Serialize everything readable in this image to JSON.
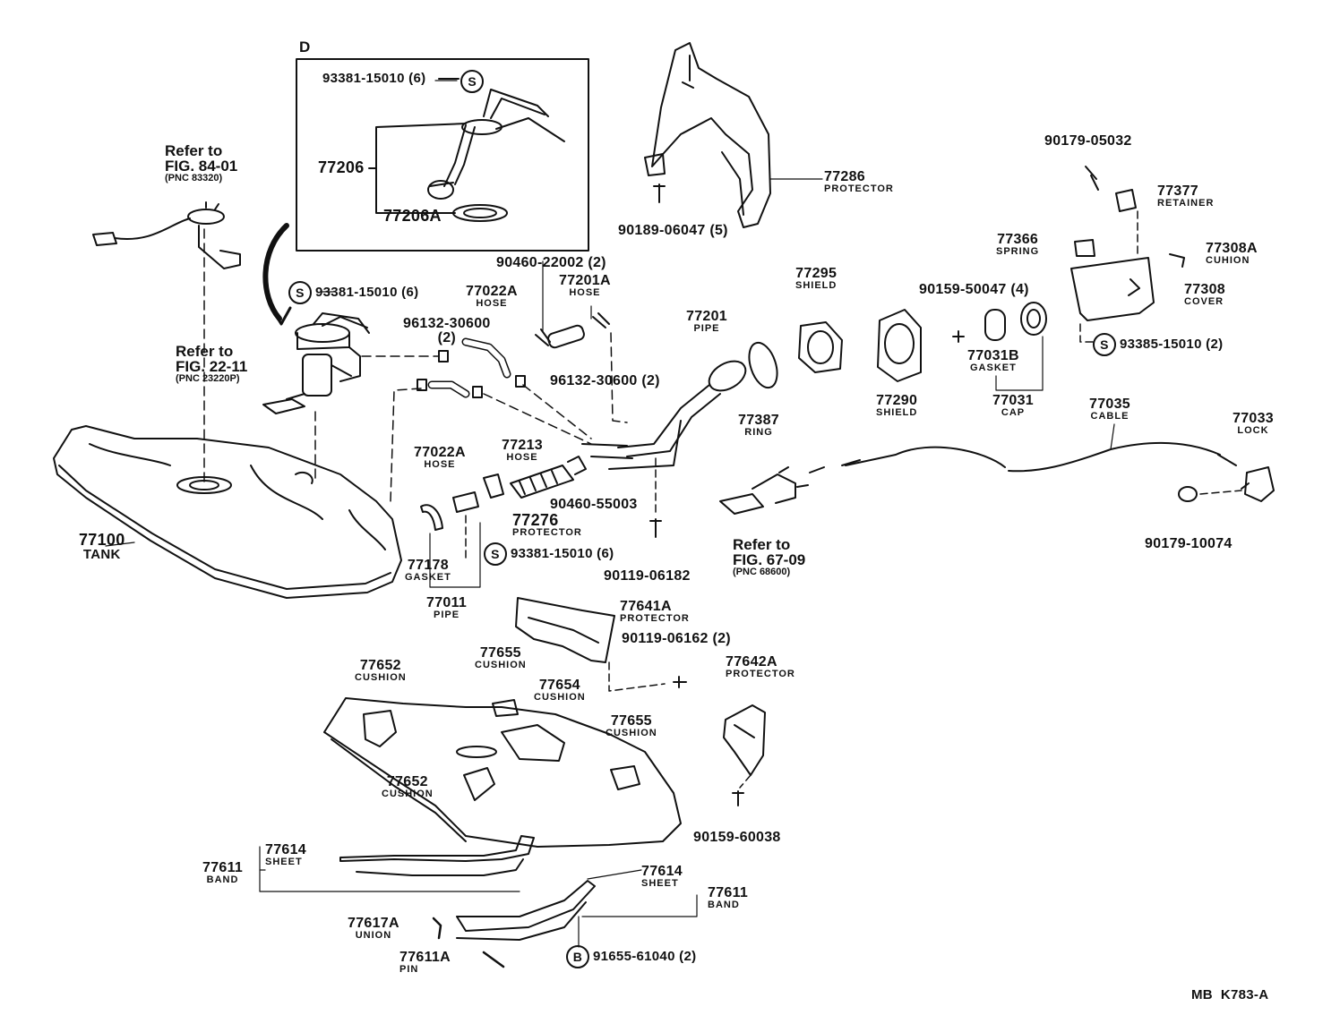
{
  "inset": {
    "label": "D"
  },
  "labels": {
    "p93381_top": "93381-15010 (6)",
    "p77206": "77206",
    "p77206A": "77206A",
    "ref8401": {
      "line1": "Refer to",
      "line2": "FIG. 84-01",
      "pnc": "(PNC 83320)"
    },
    "p93381_mid": "93381-15010 (6)",
    "ref2211": {
      "line1": "Refer to",
      "line2": "FIG. 22-11",
      "pnc": "(PNC 23220P)"
    },
    "p77022A_a": {
      "num": "77022A",
      "name": "HOSE"
    },
    "p96132_a": {
      "num": "96132-30600",
      "qty": "(2)"
    },
    "p90460_22002": "90460-22002 (2)",
    "p77201A": {
      "num": "77201A",
      "name": "HOSE"
    },
    "p96132_b": "96132-30600 (2)",
    "p77022A_b": {
      "num": "77022A",
      "name": "HOSE"
    },
    "p77213": {
      "num": "77213",
      "name": "HOSE"
    },
    "p90460_55003": "90460-55003",
    "p77276": {
      "num": "77276",
      "name": "PROTECTOR"
    },
    "p93381_low": "93381-15010 (6)",
    "p77100": {
      "num": "77100",
      "name": "TANK"
    },
    "p77178": {
      "num": "77178",
      "name": "GASKET"
    },
    "p77011": {
      "num": "77011",
      "name": "PIPE"
    },
    "p90119_06182": "90119-06182",
    "p77286": {
      "num": "77286",
      "name": "PROTECTOR"
    },
    "p90189": "90189-06047 (5)",
    "p77201": {
      "num": "77201",
      "name": "PIPE"
    },
    "p77387": {
      "num": "77387",
      "name": "RING"
    },
    "p77295": {
      "num": "77295",
      "name": "SHIELD"
    },
    "p77290": {
      "num": "77290",
      "name": "SHIELD"
    },
    "p90159_50047": "90159-50047 (4)",
    "p77031B": {
      "num": "77031B",
      "name": "GASKET"
    },
    "p77031": {
      "num": "77031",
      "name": "CAP"
    },
    "p90179_05032": "90179-05032",
    "p77377": {
      "num": "77377",
      "name": "RETAINER"
    },
    "p77366": {
      "num": "77366",
      "name": "SPRING"
    },
    "p77308A": {
      "num": "77308A",
      "name": "CUHION"
    },
    "p77308": {
      "num": "77308",
      "name": "COVER"
    },
    "p93385": "93385-15010 (2)",
    "p77035": {
      "num": "77035",
      "name": "CABLE"
    },
    "p77033": {
      "num": "77033",
      "name": "LOCK"
    },
    "p90179_10074": "90179-10074",
    "ref6709": {
      "line1": "Refer to",
      "line2": "FIG. 67-09",
      "pnc": "(PNC 68600)"
    },
    "p77641A": {
      "num": "77641A",
      "name": "PROTECTOR"
    },
    "p90119_06162": "90119-06162 (2)",
    "p77642A": {
      "num": "77642A",
      "name": "PROTECTOR"
    },
    "p77652_a": {
      "num": "77652",
      "name": "CUSHION"
    },
    "p77655_a": {
      "num": "77655",
      "name": "CUSHION"
    },
    "p77654": {
      "num": "77654",
      "name": "CUSHION"
    },
    "p77655_b": {
      "num": "77655",
      "name": "CUSHION"
    },
    "p77652_b": {
      "num": "77652",
      "name": "CUSHION"
    },
    "p90159_60038": "90159-60038",
    "p77614_a": {
      "num": "77614",
      "name": "SHEET"
    },
    "p77611_a": {
      "num": "77611",
      "name": "BAND"
    },
    "p77614_b": {
      "num": "77614",
      "name": "SHEET"
    },
    "p77611_b": {
      "num": "77611",
      "name": "BAND"
    },
    "p77617A": {
      "num": "77617A",
      "name": "UNION"
    },
    "p77611A": {
      "num": "77611A",
      "name": "PIN"
    },
    "p91655": "91655-61040 (2)",
    "code": "MB  K783-A"
  },
  "symbols": {
    "s": "S",
    "b": "B"
  }
}
